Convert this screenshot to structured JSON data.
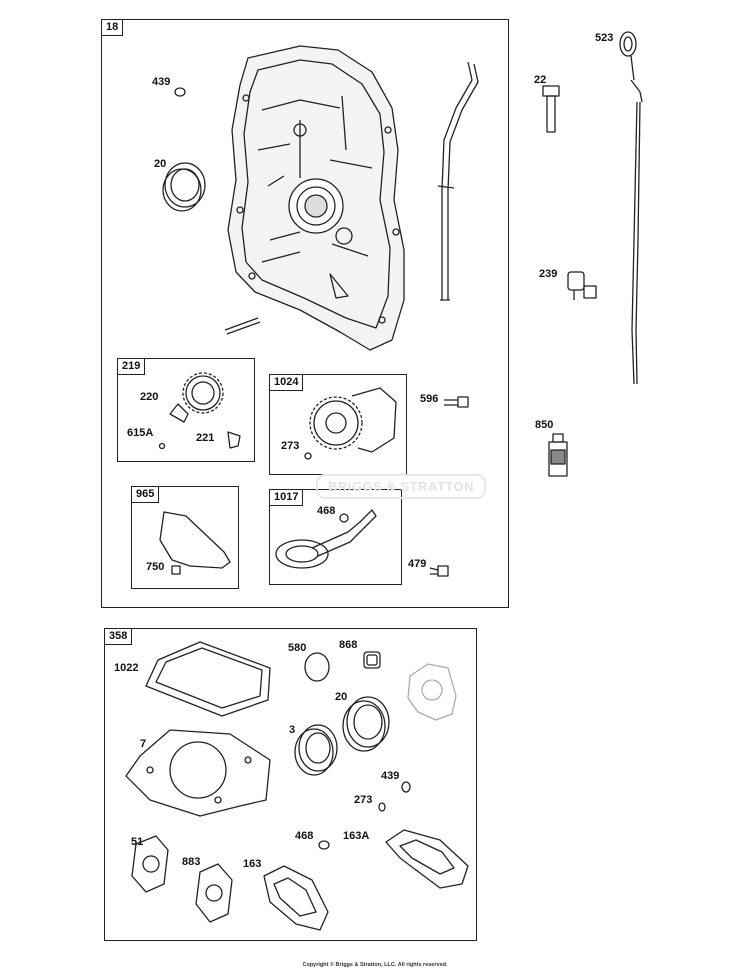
{
  "assemblies": {
    "a18": "18",
    "a219": "219",
    "a1024": "1024",
    "a965": "965",
    "a1017": "1017",
    "a358": "358"
  },
  "callouts": {
    "c439a": "439",
    "c20a": "20",
    "c220": "220",
    "c615A": "615A",
    "c221": "221",
    "c273a": "273",
    "c596": "596",
    "c750": "750",
    "c468a": "468",
    "c479": "479",
    "c523": "523",
    "c22": "22",
    "c239": "239",
    "c850": "850",
    "c1022": "1022",
    "c580": "580",
    "c868": "868",
    "c20b": "20",
    "c3": "3",
    "c7": "7",
    "c439b": "439",
    "c273b": "273",
    "c468b": "468",
    "c163A": "163A",
    "c51": "51",
    "c883": "883",
    "c163": "163"
  },
  "watermark": "BRIGGS & STRATTON",
  "copyright": "Copyright © Briggs & Stratton, LLC. All rights reserved."
}
